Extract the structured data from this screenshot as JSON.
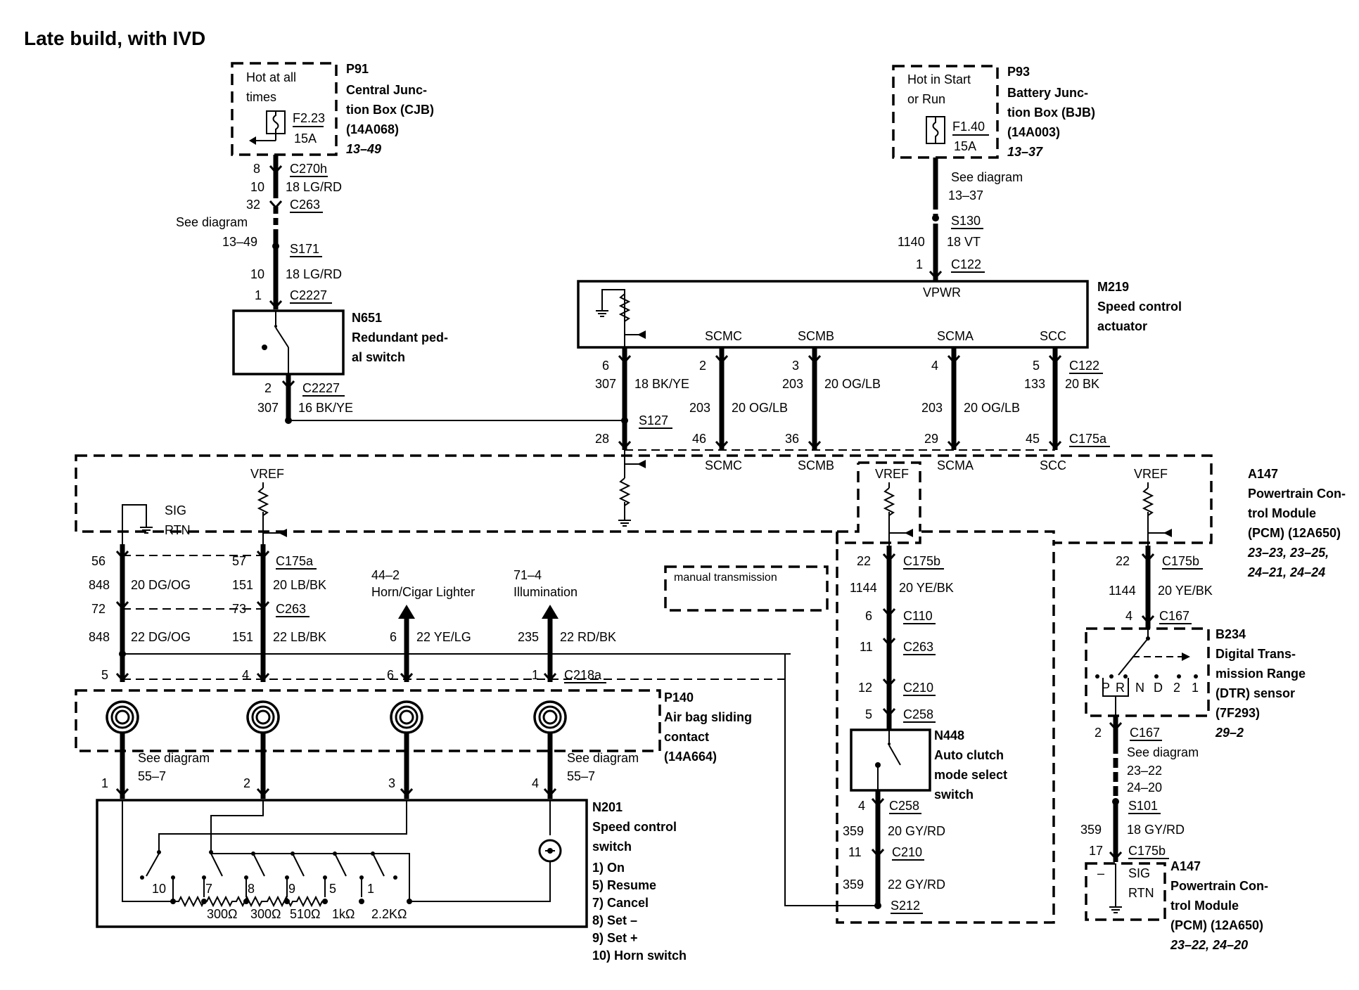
{
  "title": "Late build, with IVD",
  "components": {
    "p91": {
      "hot": [
        "Hot at all",
        "times"
      ],
      "fuse": "F2.23",
      "amps": "15A",
      "id": "P91",
      "name": [
        "Central Junc-",
        "tion Box (CJB)",
        "(14A068)"
      ],
      "ref": "13–49"
    },
    "p93": {
      "hot": [
        "Hot in Start",
        "or Run"
      ],
      "fuse": "F1.40",
      "amps": "15A",
      "id": "P93",
      "name": [
        "Battery Junc-",
        "tion Box (BJB)",
        "(14A003)"
      ],
      "ref": "13–37"
    },
    "m219": {
      "id": "M219",
      "name": [
        "Speed control",
        "actuator"
      ],
      "vpwr": "VPWR",
      "pins": [
        "SCMC",
        "SCMB",
        "SCMA",
        "SCC"
      ]
    },
    "n651": {
      "id": "N651",
      "name": [
        "Redundant ped-",
        "al switch"
      ]
    },
    "a147": {
      "id": "A147",
      "name": [
        "Powertrain Con-",
        "trol Module",
        "(PCM) (12A650)"
      ],
      "ref": [
        "23–23, 23–25,",
        "24–21, 24–24"
      ],
      "vref": "VREF",
      "sig": "SIG",
      "rtn": "RTN",
      "pins": [
        "SCMC",
        "SCMB",
        "SCMA",
        "SCC"
      ]
    },
    "a147b": {
      "id": "A147",
      "name": [
        "Powertrain Con-",
        "trol Module",
        "(PCM) (12A650)"
      ],
      "ref": "23–22, 24–20",
      "sig": "SIG",
      "rtn": "RTN"
    },
    "n448": {
      "id": "N448",
      "name": [
        "Auto clutch",
        "mode select",
        "switch"
      ],
      "vref": "VREF",
      "note": "manual transmission"
    },
    "b234": {
      "id": "B234",
      "name": [
        "Digital Trans-",
        "mission Range",
        "(DTR) sensor",
        "(7F293)"
      ],
      "ref": "29–2",
      "positions": [
        "P",
        "R",
        "N",
        "D",
        "2",
        "1"
      ]
    },
    "p140": {
      "id": "P140",
      "name": [
        "Air bag sliding",
        "contact",
        "(14A664)"
      ]
    },
    "n201": {
      "id": "N201",
      "name": [
        "Speed control",
        "switch"
      ],
      "legend": [
        "1)   On",
        "5)   Resume",
        "7)   Cancel",
        "8)   Set –",
        "9)   Set +",
        "10)  Horn switch"
      ],
      "resistors": [
        "300Ω",
        "300Ω",
        "510Ω",
        "1kΩ",
        "2.2KΩ"
      ],
      "contacts": [
        "10",
        "7",
        "8",
        "9",
        "5",
        "1"
      ]
    }
  },
  "wiring": {
    "p91": {
      "pin8": "8",
      "c270h": "C270h",
      "ckt10a": "10",
      "wire1": "18 LG/RD",
      "pin32": "32",
      "c263": "C263",
      "see": "See diagram",
      "seeRef": "13–49",
      "s171": "S171",
      "ckt10b": "10",
      "wire2": "18 LG/RD",
      "pin1": "1",
      "c2227": "C2227"
    },
    "n651": {
      "pin2": "2",
      "c2227": "C2227",
      "ckt": "307",
      "wire": "16 BK/YE"
    },
    "p93": {
      "see": "See diagram",
      "seeRef": "13–37",
      "s130": "S130",
      "ckt": "1140",
      "wire": "18 VT",
      "pin1": "1",
      "c122": "C122"
    },
    "m219out": {
      "p6": "6",
      "p2": "2",
      "p3": "3",
      "p4": "4",
      "p5": "5",
      "c122": "C122",
      "c307": "307",
      "w307": "18 BK/YE",
      "c203a": "203",
      "w203a": "20 OG/LB",
      "c133": "133",
      "w133": "20 BK",
      "c203b": "203",
      "w203b": "20 OG/LB",
      "c203c": "203",
      "w203c": "20 OG/LB",
      "s127": "S127",
      "p28": "28",
      "p46": "46",
      "p36": "36",
      "p29": "29",
      "p45": "45",
      "c175a": "C175a"
    },
    "left": {
      "p56": "56",
      "p57": "57",
      "c175a": "C175a",
      "c848a": "848",
      "w848a": "20 DG/OG",
      "c151a": "151",
      "w151a": "20 LB/BK",
      "p72": "72",
      "p73": "73",
      "c263": "C263",
      "c848b": "848",
      "w848b": "22 DG/OG",
      "c151b": "151",
      "w151b": "22 LB/BK",
      "p5": "5",
      "p4": "4"
    },
    "horn": {
      "ref": "44–2",
      "label": "Horn/Cigar Lighter",
      "ckt": "6",
      "wire": "22 YE/LG",
      "pin": "6"
    },
    "illum": {
      "ref": "71–4",
      "label": "Illumination",
      "ckt": "235",
      "wire": "22 RD/BK",
      "pin": "1",
      "c218a": "C218a"
    },
    "sw": {
      "p1": "1",
      "p2": "2",
      "p3": "3",
      "p4": "4",
      "seeL": "See diagram",
      "seeLRef": "55–7",
      "seeR": "See diagram",
      "seeRRef": "55–7"
    },
    "mid": {
      "p22": "22",
      "c175b": "C175b",
      "c1144": "1144",
      "w1144": "20 YE/BK",
      "p6": "6",
      "c110": "C110",
      "p11": "11",
      "c263": "C263",
      "p12": "12",
      "c210": "C210",
      "p5": "5",
      "c258": "C258",
      "p4": "4",
      "c258b": "C258",
      "c359": "359",
      "w359": "20 GY/RD",
      "p11b": "11",
      "c210b": "C210",
      "c359b": "359",
      "w359b": "22 GY/RD",
      "s212": "S212"
    },
    "right": {
      "p22": "22",
      "c175b": "C175b",
      "c1144": "1144",
      "w1144": "20 YE/BK",
      "p4": "4",
      "c167": "C167",
      "p2": "2",
      "c167b": "C167",
      "see": "See diagram",
      "seeRef1": "23–22",
      "seeRef2": "24–20",
      "s101": "S101",
      "c359": "359",
      "w359": "18 GY/RD",
      "p17": "17",
      "c175b2": "C175b"
    }
  }
}
